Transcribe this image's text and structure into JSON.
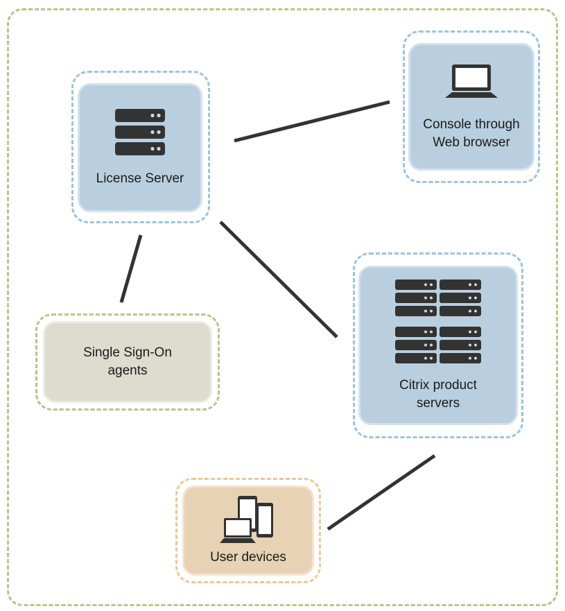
{
  "nodes": {
    "license_server": {
      "label": "License Server",
      "icon": "server-stack-icon"
    },
    "console": {
      "label": "Console through\nWeb browser",
      "icon": "laptop-icon"
    },
    "sso_agents": {
      "label": "Single Sign-On\nagents"
    },
    "citrix_servers": {
      "label": "Citrix product\nservers",
      "icon": "server-rack-icon"
    },
    "user_devices": {
      "label": "User devices",
      "icon": "devices-icon"
    }
  },
  "colors": {
    "frame": "#b7c58a",
    "blue_node": "#b9cfdf",
    "green_node": "#dcdccf",
    "tan_node": "#e7d2b3",
    "icon": "#333333",
    "connector": "#333333"
  }
}
